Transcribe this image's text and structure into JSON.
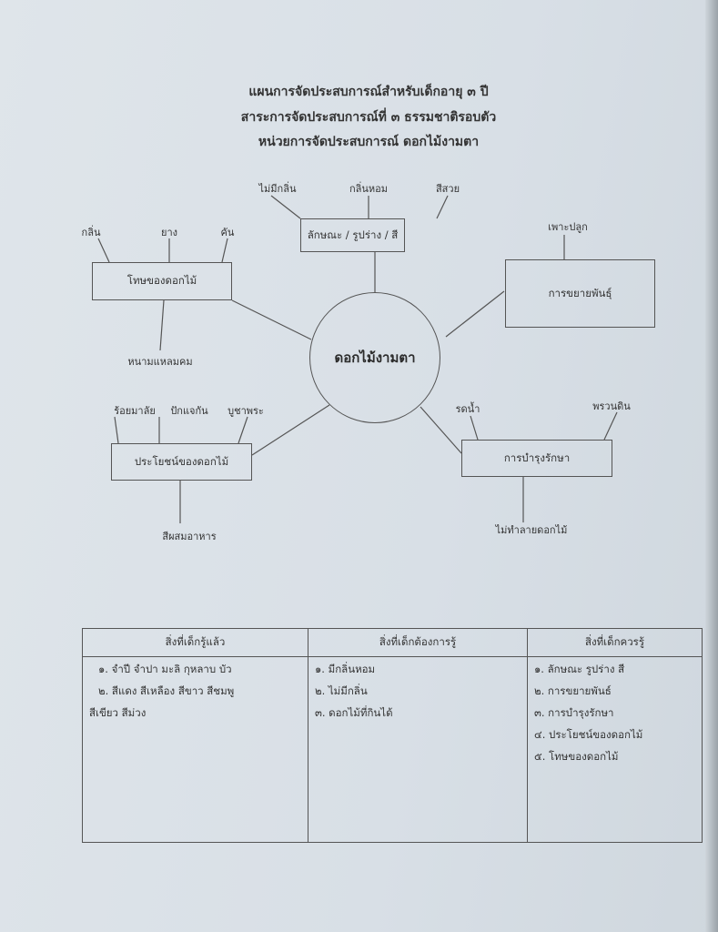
{
  "header": {
    "line1": "แผนการจัดประสบการณ์สำหรับเด็กอายุ ๓ ปี",
    "line2": "สาระการจัดประสบการณ์ที่ ๓ ธรรมชาติรอบตัว",
    "line3": "หน่วยการจัดประสบการณ์ ดอกไม้งามตา"
  },
  "mindmap": {
    "center": "ดอกไม้งามตา",
    "characteristics": {
      "label": "ลักษณะ / รูปร่าง / สี",
      "children": [
        "ไม่มีกลิ่น",
        "กลิ่นหอม",
        "สีสวย"
      ]
    },
    "harm": {
      "label": "โทษของดอกไม้",
      "children": [
        "กลิ่น",
        "ยาง",
        "คัน",
        "หนามแหลมคม"
      ]
    },
    "propagation": {
      "label": "การขยายพันธุ์",
      "children": [
        "เพาะปลูก"
      ]
    },
    "benefits": {
      "label": "ประโยชน์ของดอกไม้",
      "children": [
        "ร้อยมาลัย",
        "ปักแจกัน",
        "บูชาพระ",
        "สีผสมอาหาร"
      ]
    },
    "care": {
      "label": "การบำรุงรักษา",
      "children": [
        "รดน้ำ",
        "พรวนดิน",
        "ไม่ทำลายดอกไม้"
      ]
    }
  },
  "table": {
    "headers": [
      "สิ่งที่เด็กรู้แล้ว",
      "สิ่งที่เด็กต้องการรู้",
      "สิ่งที่เด็กควรรู้"
    ],
    "col1": [
      "๑. จำปี จำปา มะลิ กุหลาบ บัว",
      "๒. สีแดง สีเหลือง สีขาว สีชมพู",
      "สีเขียว สีม่วง"
    ],
    "col2": [
      "๑. มีกลิ่นหอม",
      "๒. ไม่มีกลิ่น",
      "๓. ดอกไม้ที่กินได้"
    ],
    "col3": [
      "๑. ลักษณะ รูปร่าง สี",
      "๒. การขยายพันธ์",
      "๓. การบำรุงรักษา",
      "๔. ประโยชน์ของดอกไม้",
      "๕. โทษของดอกไม้"
    ]
  }
}
